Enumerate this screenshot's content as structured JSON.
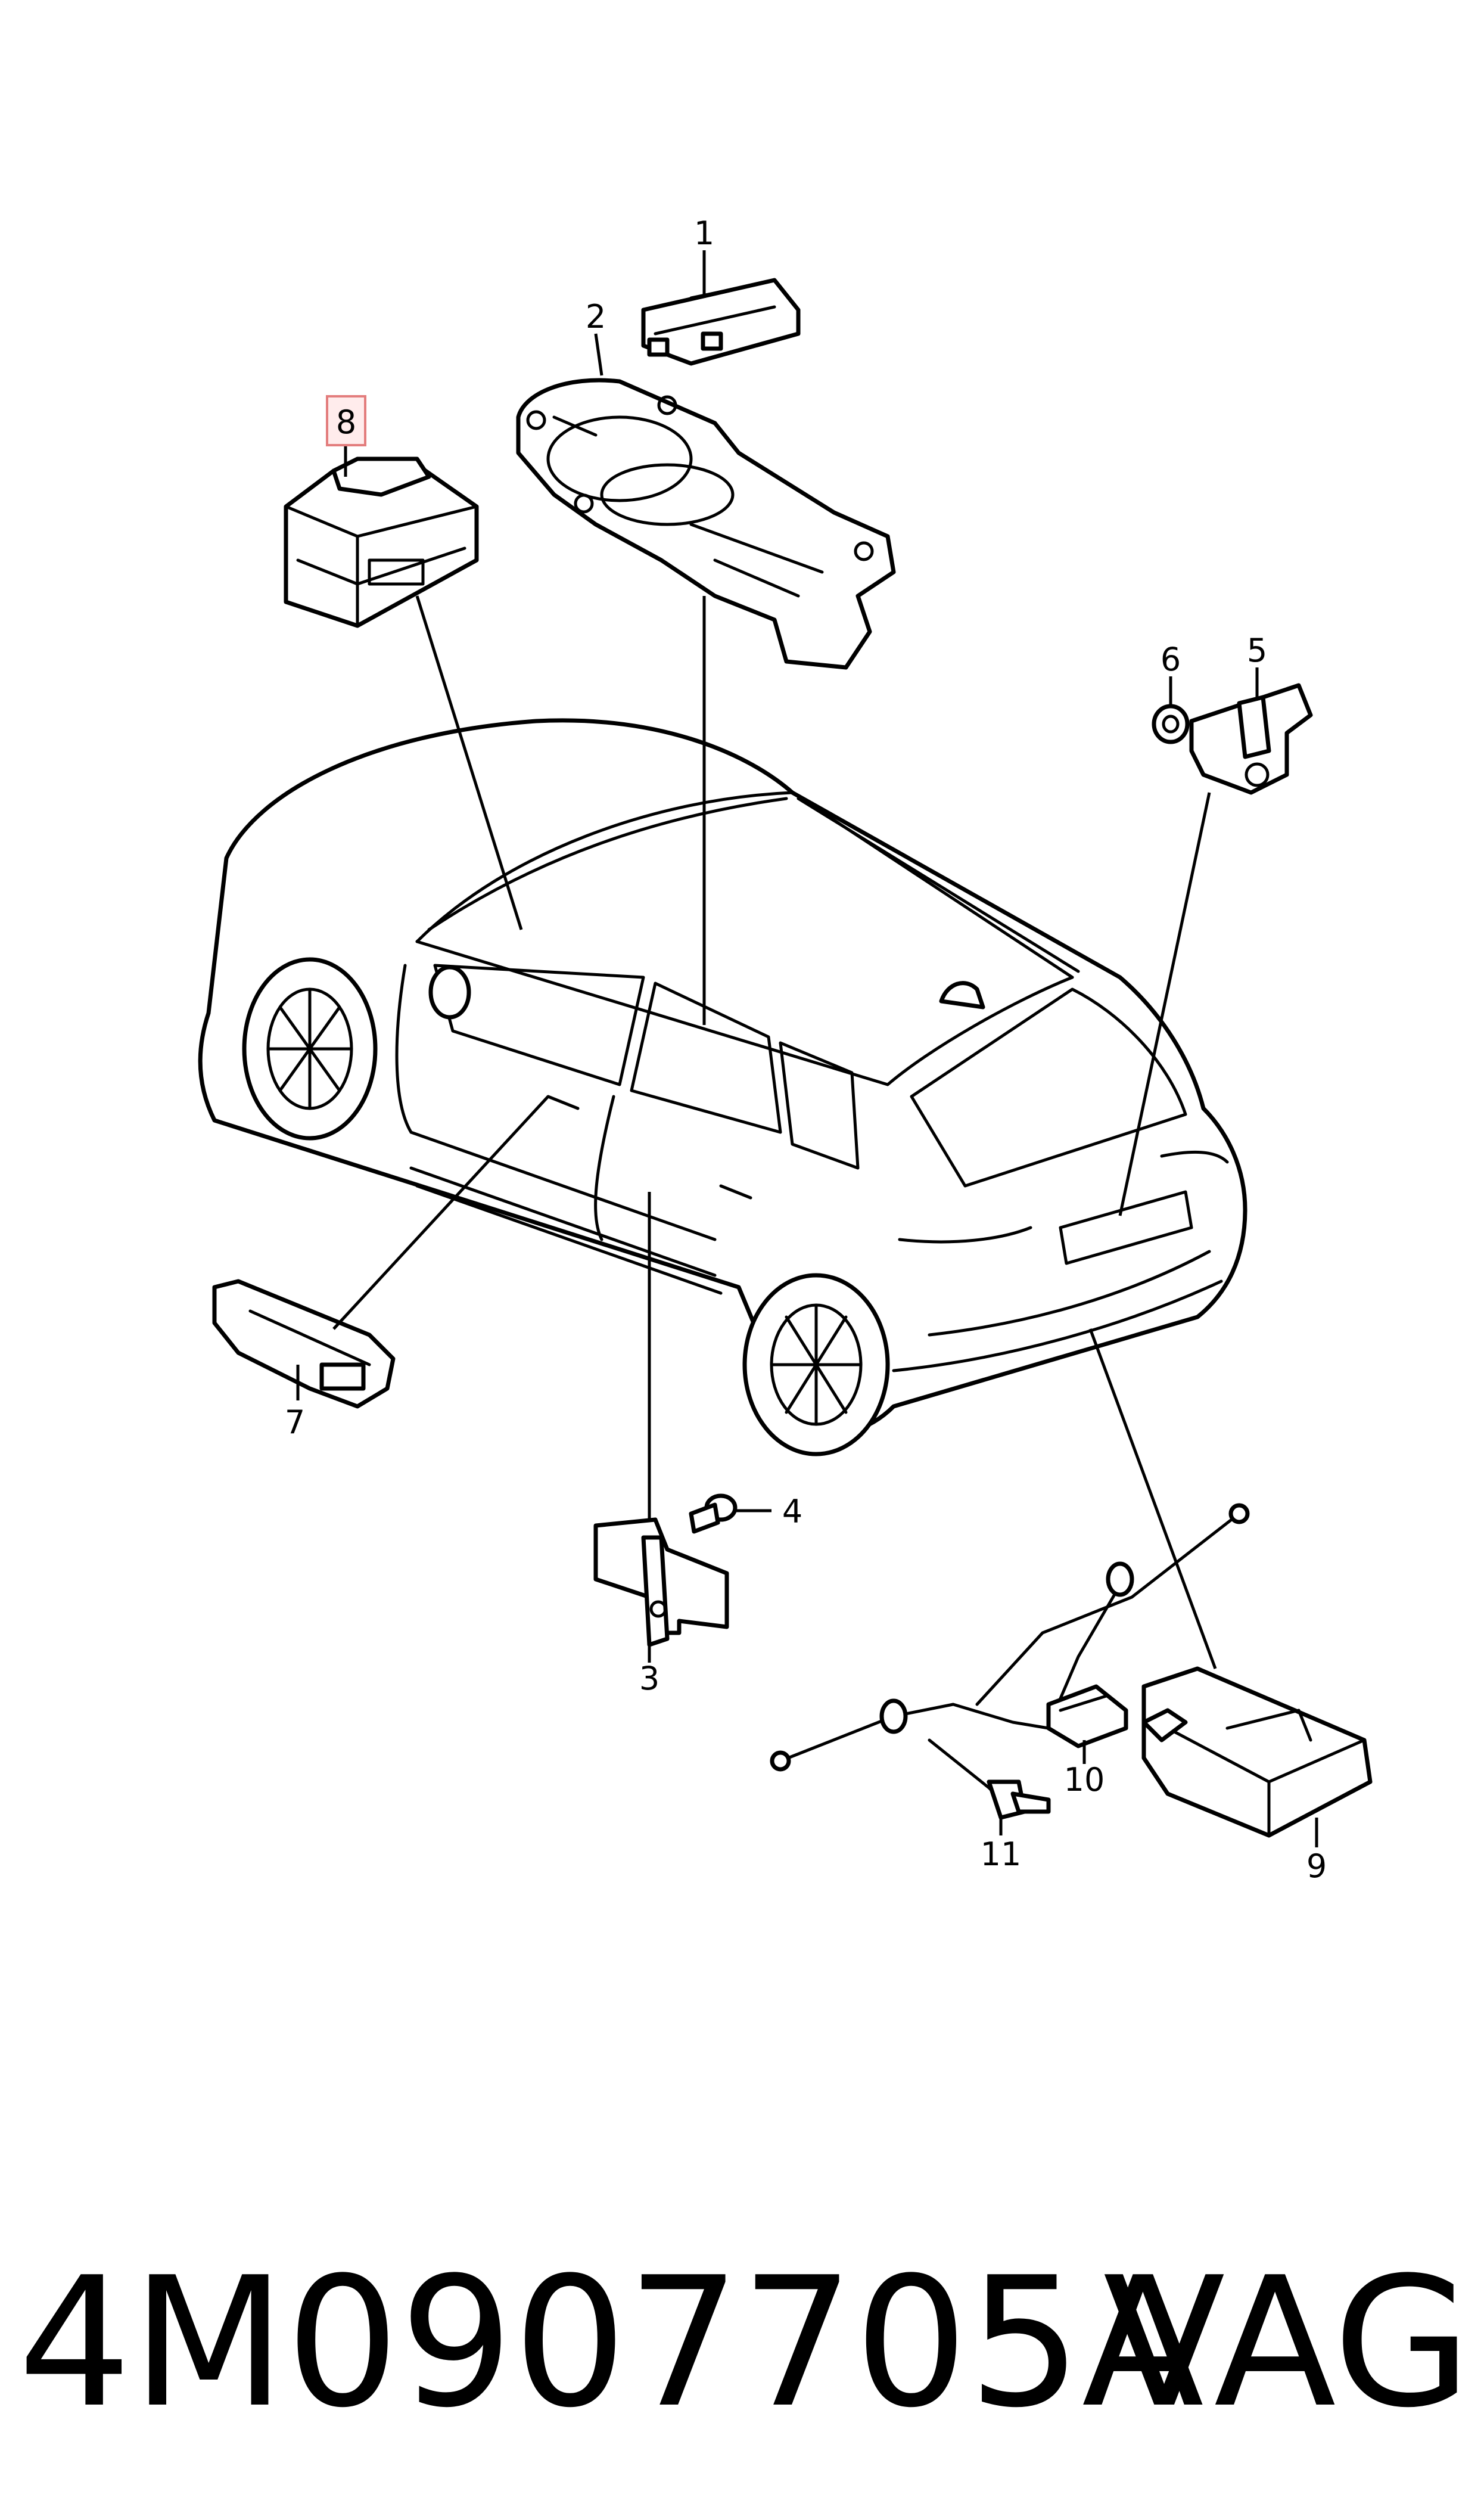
{
  "diagram": {
    "callouts": [
      {
        "id": "1",
        "label": "1"
      },
      {
        "id": "2",
        "label": "2"
      },
      {
        "id": "3",
        "label": "3"
      },
      {
        "id": "4",
        "label": "4"
      },
      {
        "id": "5",
        "label": "5"
      },
      {
        "id": "6",
        "label": "6"
      },
      {
        "id": "7",
        "label": "7"
      },
      {
        "id": "8",
        "label": "8",
        "highlighted": true
      },
      {
        "id": "9",
        "label": "9"
      },
      {
        "id": "10",
        "label": "10"
      },
      {
        "id": "11",
        "label": "11"
      }
    ],
    "highlight_color": "#e37d7d"
  },
  "footer": {
    "part_number": "4M0907705A",
    "brand": "VAG"
  }
}
